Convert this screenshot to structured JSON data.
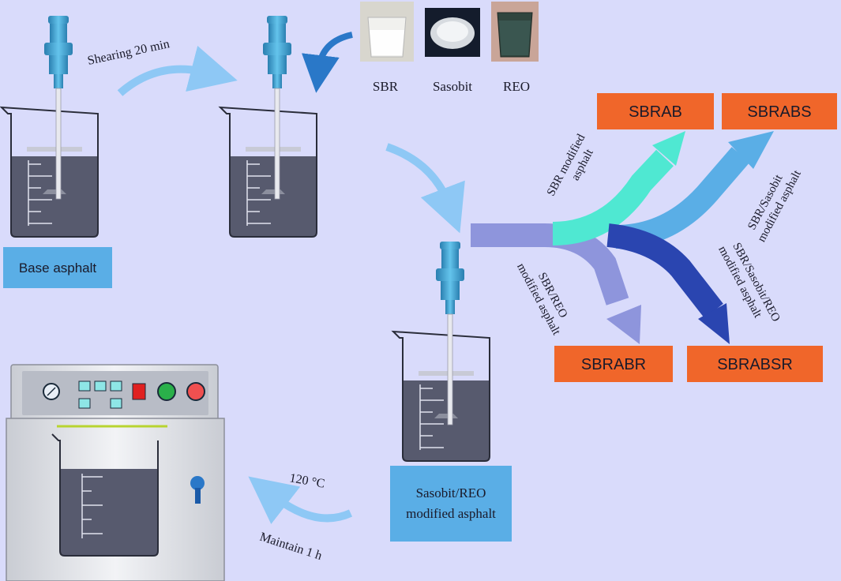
{
  "steps": {
    "shearing_label": "Shearing 20 min",
    "base_label": "Base asphalt",
    "sasobit_reo_label_line1": "Sasobit/REO",
    "sasobit_reo_label_line2": "modified asphalt",
    "temperature_label": "120 °C",
    "maintain_label": "Maintain 1 h"
  },
  "additives": [
    {
      "label": "SBR"
    },
    {
      "label": "Sasobit"
    },
    {
      "label": "REO"
    }
  ],
  "outputs": {
    "sbrab": "SBRAB",
    "sbrabs": "SBRABS",
    "sbrabr": "SBRABR",
    "sbrabsr": "SBRABSR"
  },
  "branch_labels": {
    "sbr_line1": "SBR modified",
    "sbr_line2": "asphalt",
    "sbr_sasobit_line1": "SBR/Sasobit",
    "sbr_sasobit_line2": "modified asphalt",
    "sbr_reo_line1": "SBR/REO",
    "sbr_reo_line2": "modified asphalt",
    "sbr_sasobit_reo_line1": "SBR/Sasobit/REO",
    "sbr_sasobit_reo_line2": "modified asphalt"
  },
  "colors": {
    "background": "#d9dbfb",
    "output_box": "#f0662a",
    "label_box": "#5aaee6",
    "flow_arrow": "#8ec8f5",
    "asphalt": "#575a6e",
    "mixer_blue": "#3aa0d0",
    "branch_sbr": "#4fe8d2",
    "branch_sbr_sasobit": "#5aaee6",
    "branch_sbr_reo": "#8e95dc",
    "branch_sbr_sasobit_reo": "#2a45b0"
  }
}
